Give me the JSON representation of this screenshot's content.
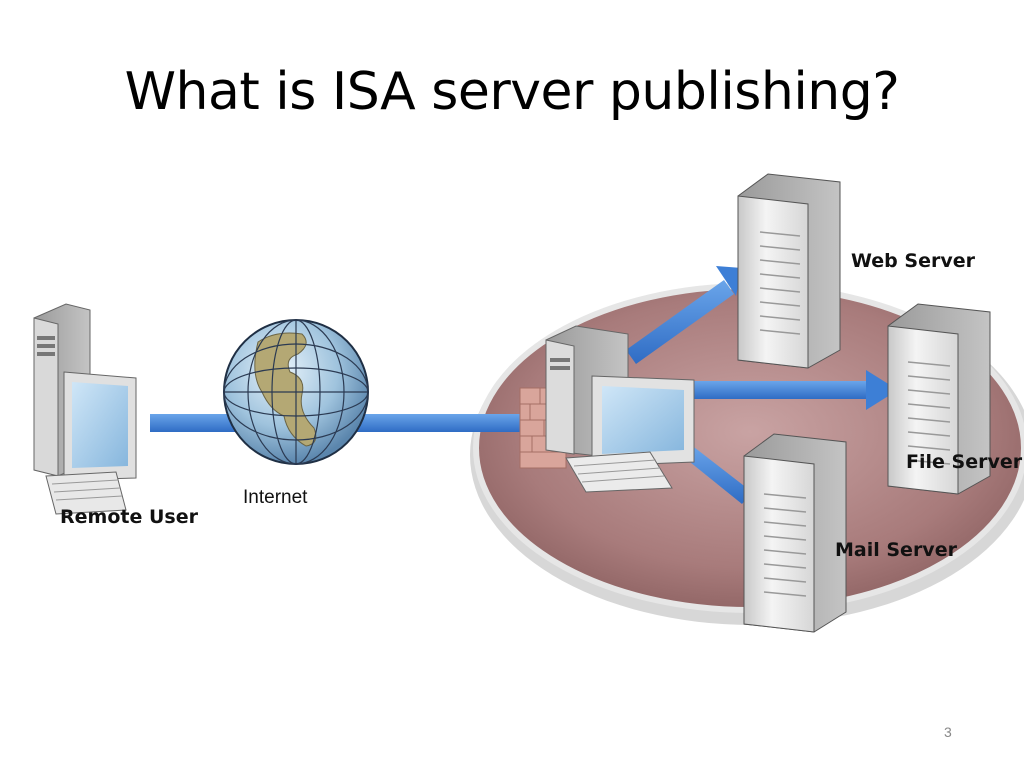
{
  "title": "What is ISA server publishing?",
  "labels": {
    "remote_user": "Remote User",
    "internet": "Internet",
    "web_server": "Web Server",
    "file_server": "File Server",
    "mail_server": "Mail Server"
  },
  "slide_number": "3",
  "colors": {
    "arrow": "#3d7fd6",
    "network_disc": "#b98f8f"
  }
}
